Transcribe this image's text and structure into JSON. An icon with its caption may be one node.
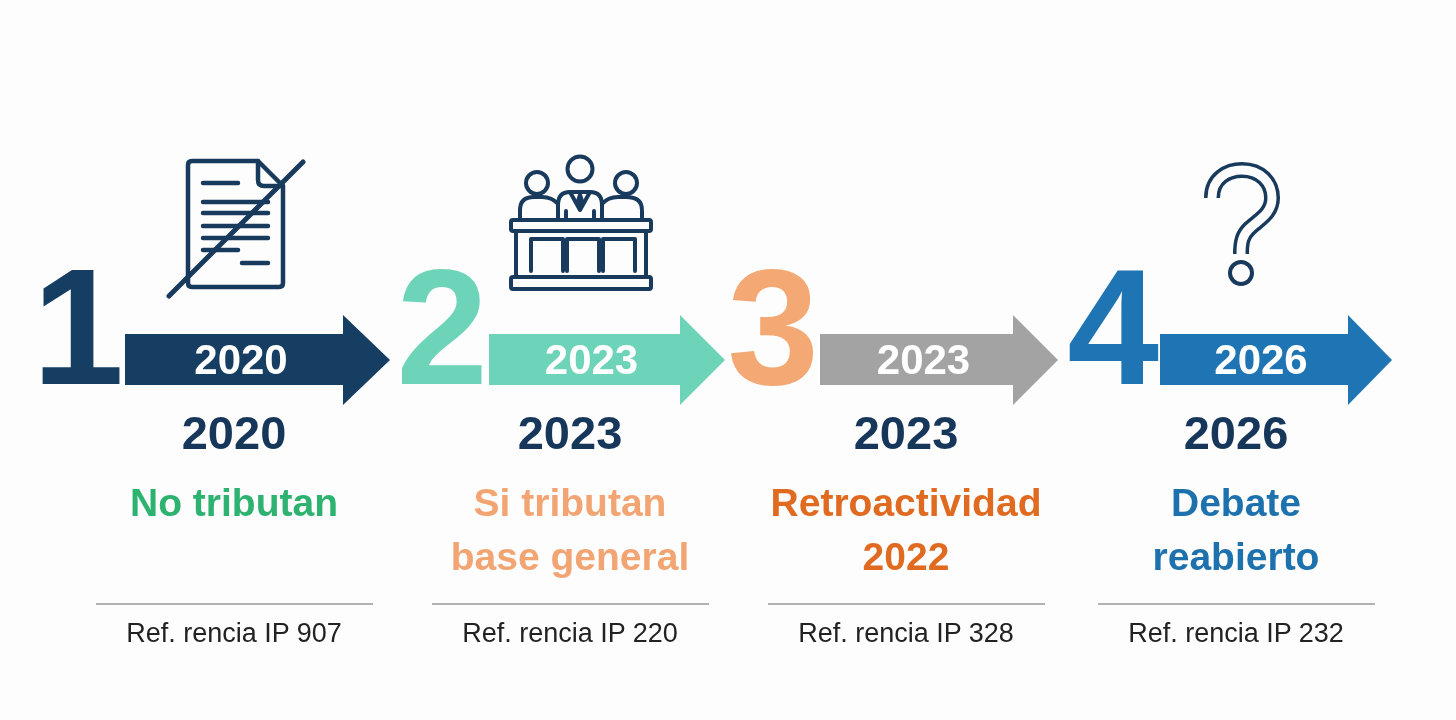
{
  "diagram": {
    "nodes": [
      {
        "text": [
          "2020"
        ],
        "beside": [
          "1",
          "2020",
          "No tributan",
          "Ref. rencia IP 907"
        ]
      },
      {
        "text": [
          "2023"
        ],
        "beside": [
          "2",
          "2023",
          "Si tributan base general",
          "Ref. rencia IP 220"
        ]
      },
      {
        "text": [
          "2023"
        ],
        "beside": [
          "3",
          "2023",
          "Retroactividad 2022",
          "Ref. rencia IP 328"
        ]
      },
      {
        "text": [
          "2026"
        ],
        "beside": [
          "4",
          "2026",
          "Debate reabierto",
          "Ref. rencia IP 232"
        ]
      }
    ]
  }
}
